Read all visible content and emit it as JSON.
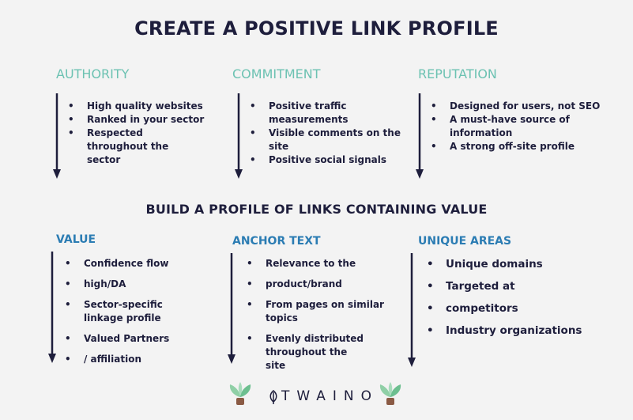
{
  "titles": {
    "main": "CREATE A POSITIVE LINK PROFILE",
    "sub": "BUILD A PROFILE OF LINKS CONTAINING VALUE"
  },
  "top_columns": [
    {
      "heading": "AUTHORITY",
      "items": [
        "High quality websites",
        "Ranked in your sector",
        "Respected throughout the sector"
      ]
    },
    {
      "heading": "COMMITMENT",
      "items": [
        "Positive traffic measurements",
        "Visible comments on the site",
        "Positive social signals"
      ]
    },
    {
      "heading": "REPUTATION",
      "items": [
        "Designed for users, not SEO",
        "A must-have source of information",
        "A strong off-site profile"
      ]
    }
  ],
  "bottom_columns": [
    {
      "heading": "VALUE",
      "items": [
        "Confidence flow",
        "high/DA",
        "Sector-specific linkage profile",
        "Valued Partners",
        "/ affiliation"
      ]
    },
    {
      "heading": "ANCHOR TEXT",
      "items": [
        "Relevance to the",
        "product/brand",
        "From pages on similar topics",
        "Evenly distributed throughout the site"
      ]
    },
    {
      "heading": "UNIQUE AREAS",
      "items": [
        "Unique domains",
        "Targeted at",
        "competitors",
        "Industry organizations"
      ]
    }
  ],
  "footer": {
    "brand": "TWAINO"
  },
  "colors": {
    "teal": "#6cc2b2",
    "blue": "#2b7cb3",
    "navy": "#1e1e3c"
  }
}
